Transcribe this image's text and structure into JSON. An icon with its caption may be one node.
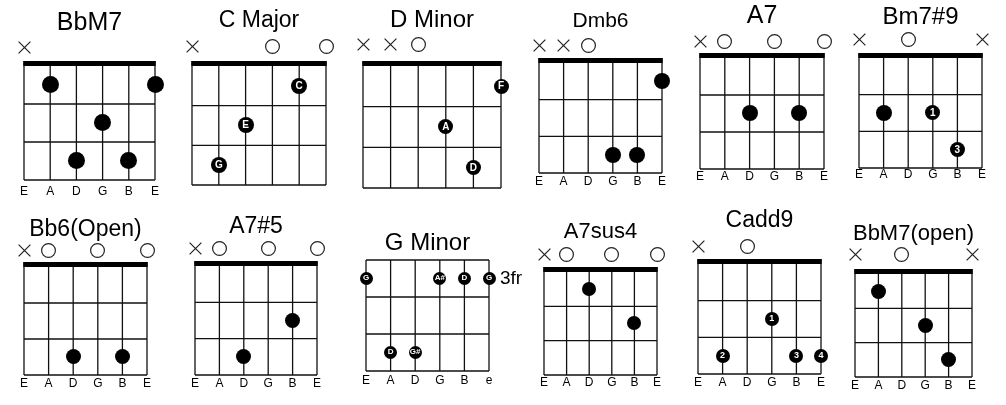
{
  "diagram": {
    "nodes": [
      {
        "text": [
          "BbM7"
        ]
      },
      {
        "text": [],
        "shape": "circle",
        "in": 0
      },
      {
        "text": [],
        "shape": "circle",
        "in": 0
      },
      {
        "text": [],
        "shape": "circle",
        "in": 0
      },
      {
        "text": [],
        "shape": "circle",
        "in": 0
      },
      {
        "text": [],
        "shape": "circle",
        "in": 0
      },
      {
        "text": [
          "C Major"
        ]
      },
      {
        "text": [
          "C"
        ],
        "in": 6
      },
      {
        "text": [
          "E"
        ],
        "in": 6
      },
      {
        "text": [
          "G"
        ],
        "in": 6
      },
      {
        "text": [
          "D Minor"
        ]
      },
      {
        "text": [
          "F"
        ],
        "in": 10
      },
      {
        "text": [
          "A"
        ],
        "in": 10
      },
      {
        "text": [
          "D"
        ],
        "in": 10
      },
      {
        "text": [
          "Dmb6"
        ]
      },
      {
        "text": [],
        "shape": "circle",
        "in": 14
      },
      {
        "text": [],
        "shape": "circle",
        "in": 14
      },
      {
        "text": [],
        "shape": "circle",
        "in": 14
      },
      {
        "text": [
          "A7"
        ]
      },
      {
        "text": [],
        "shape": "circle",
        "in": 18
      },
      {
        "text": [],
        "shape": "circle",
        "in": 18
      },
      {
        "text": [
          "Bm7#9"
        ]
      },
      {
        "text": [],
        "shape": "circle",
        "in": 21
      },
      {
        "text": [
          "1"
        ],
        "in": 21
      },
      {
        "text": [
          "3"
        ],
        "in": 21
      },
      {
        "text": [
          "Bb6(Open)"
        ]
      },
      {
        "text": [],
        "shape": "circle",
        "in": 25
      },
      {
        "text": [],
        "shape": "circle",
        "in": 25
      },
      {
        "text": [
          "A7#5"
        ]
      },
      {
        "text": [],
        "shape": "circle",
        "in": 28
      },
      {
        "text": [],
        "shape": "circle",
        "in": 28
      },
      {
        "text": [
          "G Minor"
        ],
        "beside": [
          "3fr"
        ]
      },
      {
        "text": [
          "G"
        ],
        "in": 31
      },
      {
        "text": [
          "A#"
        ],
        "in": 31
      },
      {
        "text": [
          "D"
        ],
        "in": 31
      },
      {
        "text": [
          "G"
        ],
        "in": 31
      },
      {
        "text": [
          "D"
        ],
        "in": 31
      },
      {
        "text": [
          "G#"
        ],
        "in": 31
      },
      {
        "text": [
          "A7sus4"
        ]
      },
      {
        "text": [],
        "shape": "circle",
        "in": 38
      },
      {
        "text": [],
        "shape": "circle",
        "in": 38
      },
      {
        "text": [
          "Cadd9"
        ]
      },
      {
        "text": [
          "1"
        ],
        "in": 41
      },
      {
        "text": [
          "2"
        ],
        "in": 41
      },
      {
        "text": [
          "3"
        ],
        "in": 41
      },
      {
        "text": [
          "4"
        ],
        "in": 41
      },
      {
        "text": [
          "BbM7(open)"
        ]
      },
      {
        "text": [],
        "shape": "circle",
        "in": 46
      },
      {
        "text": [],
        "shape": "circle",
        "in": 46
      },
      {
        "text": [],
        "shape": "circle",
        "in": 46
      }
    ],
    "labels": [
      "E",
      "A",
      "D",
      "G",
      "B",
      "E",
      "E",
      "A",
      "D",
      "G",
      "B",
      "E",
      "E",
      "A",
      "D",
      "G",
      "B",
      "E",
      "E",
      "A",
      "D",
      "G",
      "B",
      "E",
      "E",
      "A",
      "D",
      "G",
      "B",
      "E",
      "E",
      "A",
      "D",
      "G",
      "B",
      "E",
      "E",
      "A",
      "D",
      "G",
      "B",
      "e",
      "E",
      "A",
      "D",
      "G",
      "B",
      "E",
      "E",
      "A",
      "D",
      "G",
      "B",
      "E",
      "E",
      "A",
      "D",
      "G",
      "B",
      "E"
    ]
  }
}
